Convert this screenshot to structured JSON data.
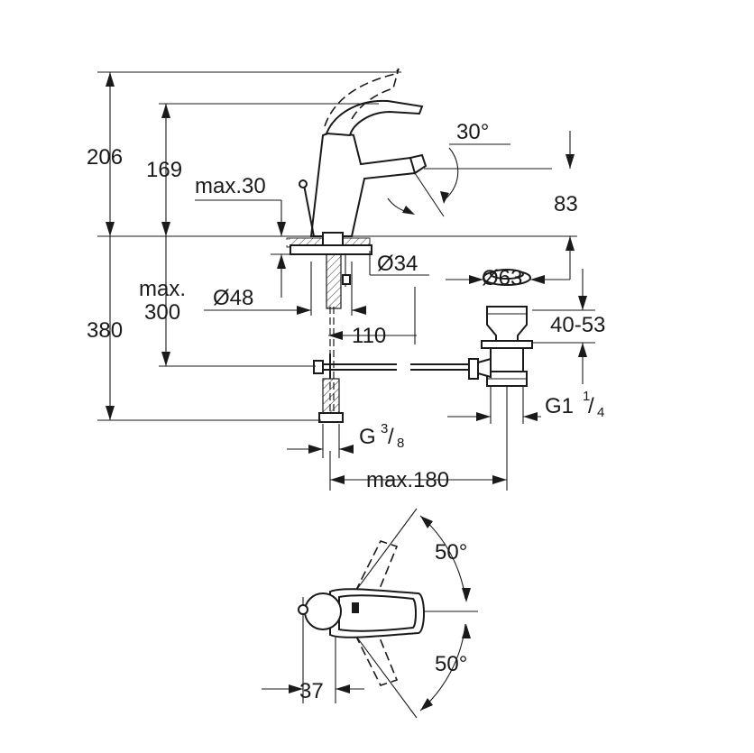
{
  "drawing": {
    "dimensions": {
      "height_total": "206",
      "height_spout": "169",
      "max_deck": "max.30",
      "angle_spout": "30°",
      "spout_height": "83",
      "hole_dia": "Ø34",
      "flange_dia": "Ø48",
      "max_300_line1": "max.",
      "max_300_line2": "300",
      "below_deck": "380",
      "reach_110": "110",
      "waste_dia": "Ø63",
      "waste_range": "40-53",
      "waste_thread_main": "G1",
      "waste_thread_num": "1",
      "waste_thread_den": "4",
      "supply_thread_main": "G",
      "supply_thread_num": "3",
      "supply_thread_den": "8",
      "max_180": "max.180",
      "angle_left": "50°",
      "angle_right": "50°",
      "lever_offset": "37"
    }
  }
}
